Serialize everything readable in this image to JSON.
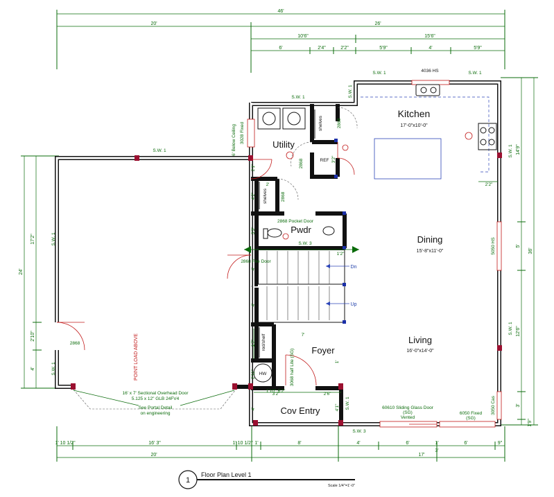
{
  "title": {
    "number": "1",
    "name": "Floor Plan Level 1",
    "scale": "Scale 1/4\"=1'-0\""
  },
  "rooms": {
    "kitchen": {
      "name": "Kitchen",
      "size": "17'-0\"x10'-0\""
    },
    "utility": {
      "name": "Utility"
    },
    "pwdr": {
      "name": "Pwdr"
    },
    "dining": {
      "name": "Dining",
      "size": "15'-8\"x11'-0\""
    },
    "living": {
      "name": "Living",
      "size": "16'-0\"x14'-0\""
    },
    "foyer": {
      "name": "Foyer"
    },
    "cov_entry": {
      "name": "Cov Entry"
    }
  },
  "top_dimensions": {
    "overall": "46'",
    "garage": "20'",
    "house": "26'",
    "left_segment": "10'6\"",
    "right_segment": "15'6\"",
    "row3": [
      "6'",
      "2'4\"",
      "2'2\"",
      "5'9\"",
      "4'",
      "5'9\""
    ]
  },
  "bottom_dimensions": {
    "row1": [
      "1' 10 1/2\"",
      "16' 3\"",
      "1' 10 1/2\"",
      "1'",
      "8'",
      "4'",
      "6'",
      "1'",
      "6'",
      "9\""
    ],
    "row2_left": "20'",
    "row2_right": "17'",
    "row2_small": "3'"
  },
  "left_dimensions": {
    "overall": "24'",
    "upper": "17'2\"",
    "door": "2'10\"",
    "lower": "4'"
  },
  "right_dimensions": {
    "overall": "36'",
    "seg1": "14'9\"",
    "seg2": "5'",
    "seg3": "12'6\"",
    "seg4": "3'",
    "seg5": "1'9\""
  },
  "labels": {
    "sw1_top_left": "S.W. 1",
    "sw1_top_right": "S.W. 1",
    "window_4036": "4036 HS",
    "sw1_kitchen": "S.W. 1",
    "sw1_utility": "S.W. 1",
    "sw1_garage_top": "S.W. 1",
    "sw1_garage_left": "S.W. 1",
    "sw1_garage_left_low": "S.W. 1",
    "sw1_right_upper": "S.W. 1",
    "sw1_right_lower": "S.W. 1",
    "sw1_entry": "S.W. 1",
    "sw3_pwdr": "S.W. 3",
    "sw3_bottom": "S.W. 3",
    "below_ceiling": "6' Below Ceiling",
    "fixed_3028": "3028 Fixed",
    "shelves_1": "shelves",
    "shelves_2": "shelves",
    "door_2868_a": "2868",
    "door_2868_b": "2868",
    "door_2868_c": "2868",
    "door_2868_garage": "2868",
    "ref": "REF",
    "ref_dim": "3'2\"",
    "pocket_door": "2868 Pocket Door",
    "fire_door": "2868 Fire Door",
    "window_5050": "5050 HS",
    "stair_dn": "Dn",
    "stair_up": "Up",
    "stair_7": "7'",
    "dim_1_2": "1'2\"",
    "dim_2_2": "2'2\"",
    "dim_2_1": "2'1\"",
    "dim_4_2": "4'2\"",
    "dim_2": "2'",
    "dim_3_3": "3'3\"",
    "dim_4": "4'",
    "dim_4b": "4'",
    "dim_1_7": "1'7\"",
    "dim_2_11": "2'11\"",
    "dim_1_10": "1'10\"",
    "dim_6_2": "6'2\"",
    "dim_2_6": "2'6\"",
    "dim_3_2": "3'2\"",
    "dim_4_1": "4'1\"",
    "dim_4c": "4'",
    "hw": "HW",
    "rod_shelf": "rod/shelf",
    "half_lite": "3068 half Lite (SG)",
    "point_load": "POINT LOAD ABOVE",
    "overhead_1": "16' x 7' Sectional Overhead Door",
    "overhead_2": "5.125 x 12\" GLB 24FV4",
    "portal_1": "See Portal Detail",
    "portal_2": "on engineering",
    "sliding_1": "60610 Sliding Glass Door",
    "sliding_2": "(SG)",
    "sliding_3": "Vented",
    "fixed_1": "6050 Fixed",
    "fixed_2": "(SG)",
    "cas": "3050 Cas",
    "dim_2_2_right": "2'2\"",
    "dim_1_right": "1'"
  },
  "colors": {
    "dimension": "#0a6b0a",
    "door_swing": "#c21a1a",
    "beam_blue": "#2b44b8",
    "post": "#9b1030",
    "wall": "#111111"
  }
}
